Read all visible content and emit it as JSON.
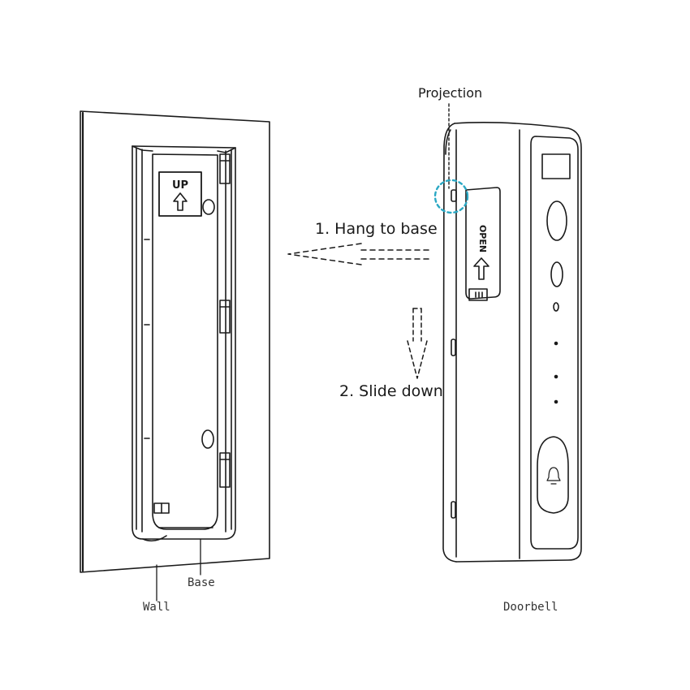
{
  "labels": {
    "projection": "Projection",
    "step1": "1. Hang to base",
    "step2": "2. Slide down",
    "wall": "Wall",
    "base": "Base",
    "doorbell": "Doorbell",
    "up_marking": "UP",
    "open_marking": "OPEN"
  },
  "colors": {
    "line": "#1a1a1a",
    "highlight": "#2aa8c4",
    "background": "#ffffff"
  }
}
